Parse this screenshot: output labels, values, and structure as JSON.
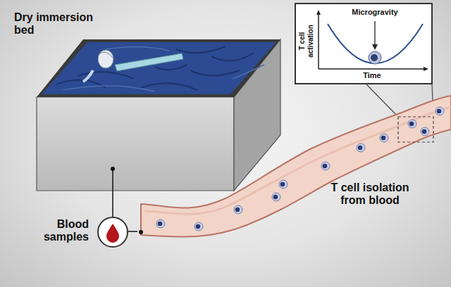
{
  "diagram": {
    "nodes": [
      {
        "text": [
          "Dry immersion bed"
        ]
      },
      {
        "text": [
          "Microgravity",
          "T cell activation",
          "Time"
        ]
      },
      {
        "text": [
          "Blood samples"
        ]
      },
      {
        "text": [
          "T cell isolation from blood"
        ]
      }
    ],
    "edges": [
      {
        "from": 0,
        "to": 2,
        "arrow": "none"
      },
      {
        "from": 2,
        "to": 3,
        "arrow": "none"
      }
    ]
  }
}
